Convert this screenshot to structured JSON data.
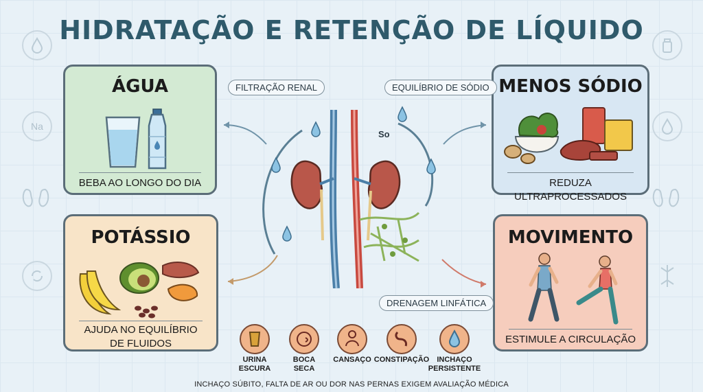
{
  "title": "HIDRATAÇÃO E RETENÇÃO DE LÍQUIDO",
  "cards": {
    "agua": {
      "title": "ÁGUA",
      "caption": "BEBA AO LONGO DO DIA"
    },
    "potassio": {
      "title": "POTÁSSIO",
      "caption_line1": "AJUDA NO EQUILÍBRIO",
      "caption_line2": "DE FLUIDOS"
    },
    "sodio": {
      "title": "MENOS SÓDIO",
      "caption": "REDUZA ULTRAPROCESSADOS"
    },
    "movimento": {
      "title": "MOVIMENTO",
      "caption": "ESTIMULE A CIRCULAÇÃO"
    }
  },
  "center": {
    "filtracao_label": "FILTRAÇÃO RENAL",
    "sodio_label": "EQUILÍBRIO DE SÓDIO",
    "drenagem_label": "DRENAGEM LINFÁTICA",
    "so_symbol": "So"
  },
  "symptoms": [
    {
      "label_line1": "URINA",
      "label_line2": "ESCURA"
    },
    {
      "label_line1": "BOCA",
      "label_line2": "SECA"
    },
    {
      "label_line1": "CANSAÇO",
      "label_line2": ""
    },
    {
      "label_line1": "CONSTIPAÇÃO",
      "label_line2": ""
    },
    {
      "label_line1": "INCHAÇO",
      "label_line2": "PERSISTENTE"
    }
  ],
  "side_icons": {
    "na_label": "Na"
  },
  "footer": "INCHAÇO SÚBITO, FALTA DE AR OU DOR NAS PERNAS EXIGEM AVALIAÇÃO MÉDICA",
  "colors": {
    "title": "#2f5a6b",
    "agua_bg": "#d3ead3",
    "potassio_bg": "#f8e4c8",
    "sodio_bg": "#d8e7f3",
    "movimento_bg": "#f6cdbd",
    "kidney": "#b9574a",
    "vein": "#4b7fa8",
    "artery": "#c8493f",
    "lymph": "#8cb35a"
  }
}
